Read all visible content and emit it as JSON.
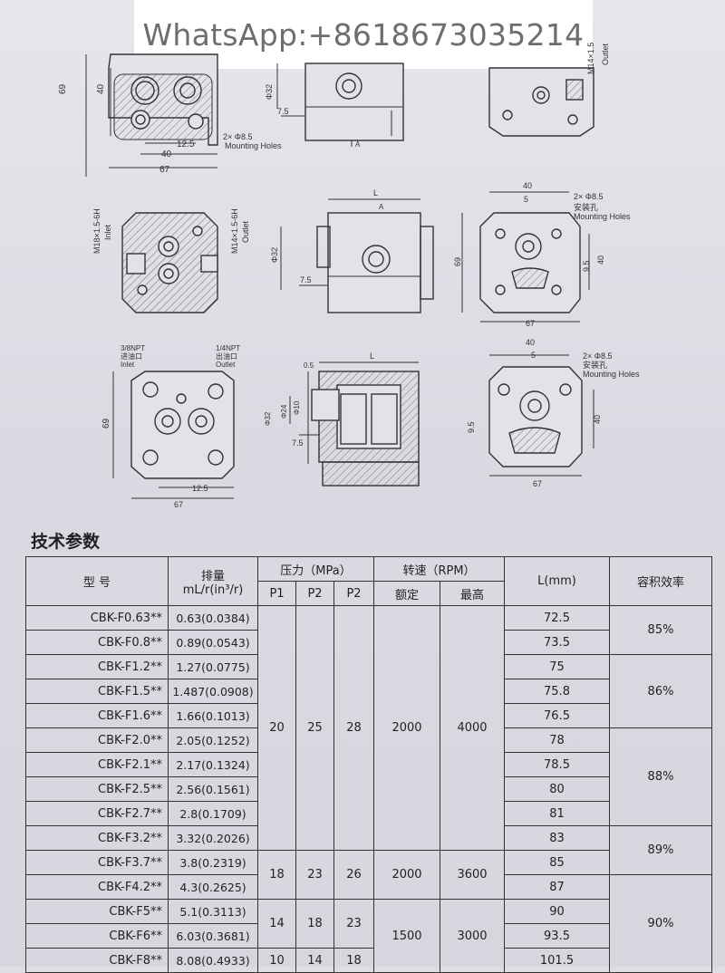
{
  "watermark": "WhatsApp:+8618673035214",
  "drawings": {
    "row1": {
      "d69": "69",
      "d40": "40",
      "d12_5": "12.5",
      "d40b": "40",
      "d67": "67",
      "holes": "2× Φ8.5",
      "holes_en": "Mounting Holes",
      "dia": "Φ32",
      "d7_5": "7.5",
      "secA": "A",
      "outlet_en": "Outlet",
      "outlet_thread": "M14×1.5"
    },
    "row2": {
      "inlet_thread": "M18×1.5-6H",
      "inlet_en": "Inlet",
      "outlet_thread": "M14×1.5-6H",
      "outlet_en": "Outlet",
      "L": "L",
      "secA": "A",
      "dia": "Φ32",
      "d7_5": "7.5",
      "d40": "40",
      "d5": "5",
      "holes": "2× Φ8.5",
      "holes_cn": "安装孔",
      "holes_en": "Mounting Holes",
      "d69": "69",
      "d9_5": "9.5",
      "d40v": "40",
      "d67": "67"
    },
    "row3": {
      "inlet_npt": "3/8NPT",
      "inlet_cn": "进油口",
      "inlet_en": "Inlet",
      "outlet_npt": "1/4NPT",
      "outlet_cn": "出油口",
      "outlet_en": "Outlet",
      "d69": "69",
      "d12_5": "12.5",
      "d67": "67",
      "L": "L",
      "d0_5": "0.5",
      "dia32": "Φ32",
      "dia24": "Φ24",
      "dia10": "Φ10",
      "d7_5": "7.5",
      "d40": "40",
      "d5": "5",
      "holes": "2× Φ8.5",
      "holes_cn": "安装孔",
      "holes_en": "Mounting Holes",
      "d9_5": "9.5",
      "d40v": "40",
      "d67b": "67"
    }
  },
  "section_title": "技术参数",
  "table": {
    "h_model": "型 号",
    "h_disp_1": "排量",
    "h_disp_2": "mL/r(in³/r)",
    "h_pressure": "压力（MPa）",
    "h_speed": "转速（RPM）",
    "h_length": "L(mm)",
    "h_eff": "容积效率",
    "h_p1": "P1",
    "h_p2a": "P2",
    "h_p2b": "P2",
    "h_rated": "额定",
    "h_max": "最高",
    "rows": [
      {
        "model": "CBK-F0.63**",
        "disp": "0.63(0.0384)",
        "L": "72.5"
      },
      {
        "model": "CBK-F0.8**",
        "disp": "0.89(0.0543)",
        "L": "73.5"
      },
      {
        "model": "CBK-F1.2**",
        "disp": "1.27(0.0775)",
        "L": "75"
      },
      {
        "model": "CBK-F1.5**",
        "disp": "1.487(0.0908)",
        "L": "75.8"
      },
      {
        "model": "CBK-F1.6**",
        "disp": "1.66(0.1013)",
        "L": "76.5"
      },
      {
        "model": "CBK-F2.0**",
        "disp": "2.05(0.1252)",
        "L": "78"
      },
      {
        "model": "CBK-F2.1**",
        "disp": "2.17(0.1324)",
        "L": "78.5"
      },
      {
        "model": "CBK-F2.5**",
        "disp": "2.56(0.1561)",
        "L": "80"
      },
      {
        "model": "CBK-F2.7**",
        "disp": "2.8(0.1709)",
        "L": "81"
      },
      {
        "model": "CBK-F3.2**",
        "disp": "3.32(0.2026)",
        "L": "83"
      },
      {
        "model": "CBK-F3.7**",
        "disp": "3.8(0.2319)",
        "L": "85"
      },
      {
        "model": "CBK-F4.2**",
        "disp": "4.3(0.2625)",
        "L": "87"
      },
      {
        "model": "CBK-F5**",
        "disp": "5.1(0.3113)",
        "L": "90"
      },
      {
        "model": "CBK-F6**",
        "disp": "6.03(0.3681)",
        "L": "93.5"
      },
      {
        "model": "CBK-F8**",
        "disp": "8.08(0.4933)",
        "L": "101.5"
      }
    ],
    "groups": {
      "g1": {
        "p1": "20",
        "p2": "25",
        "p3": "28",
        "rated": "2000",
        "max": "4000"
      },
      "g2": {
        "p1": "18",
        "p2": "23",
        "p3": "26",
        "rated": "2000",
        "max": "3600"
      },
      "g3": {
        "p1": "14",
        "p2": "18",
        "p3": "23",
        "rated": "1500",
        "max": "3000"
      },
      "g4": {
        "p1": "10",
        "p2": "14",
        "p3": "18"
      }
    },
    "eff": {
      "e1": "85%",
      "e2": "86%",
      "e3": "88%",
      "e4": "89%",
      "e5": "90%"
    }
  }
}
